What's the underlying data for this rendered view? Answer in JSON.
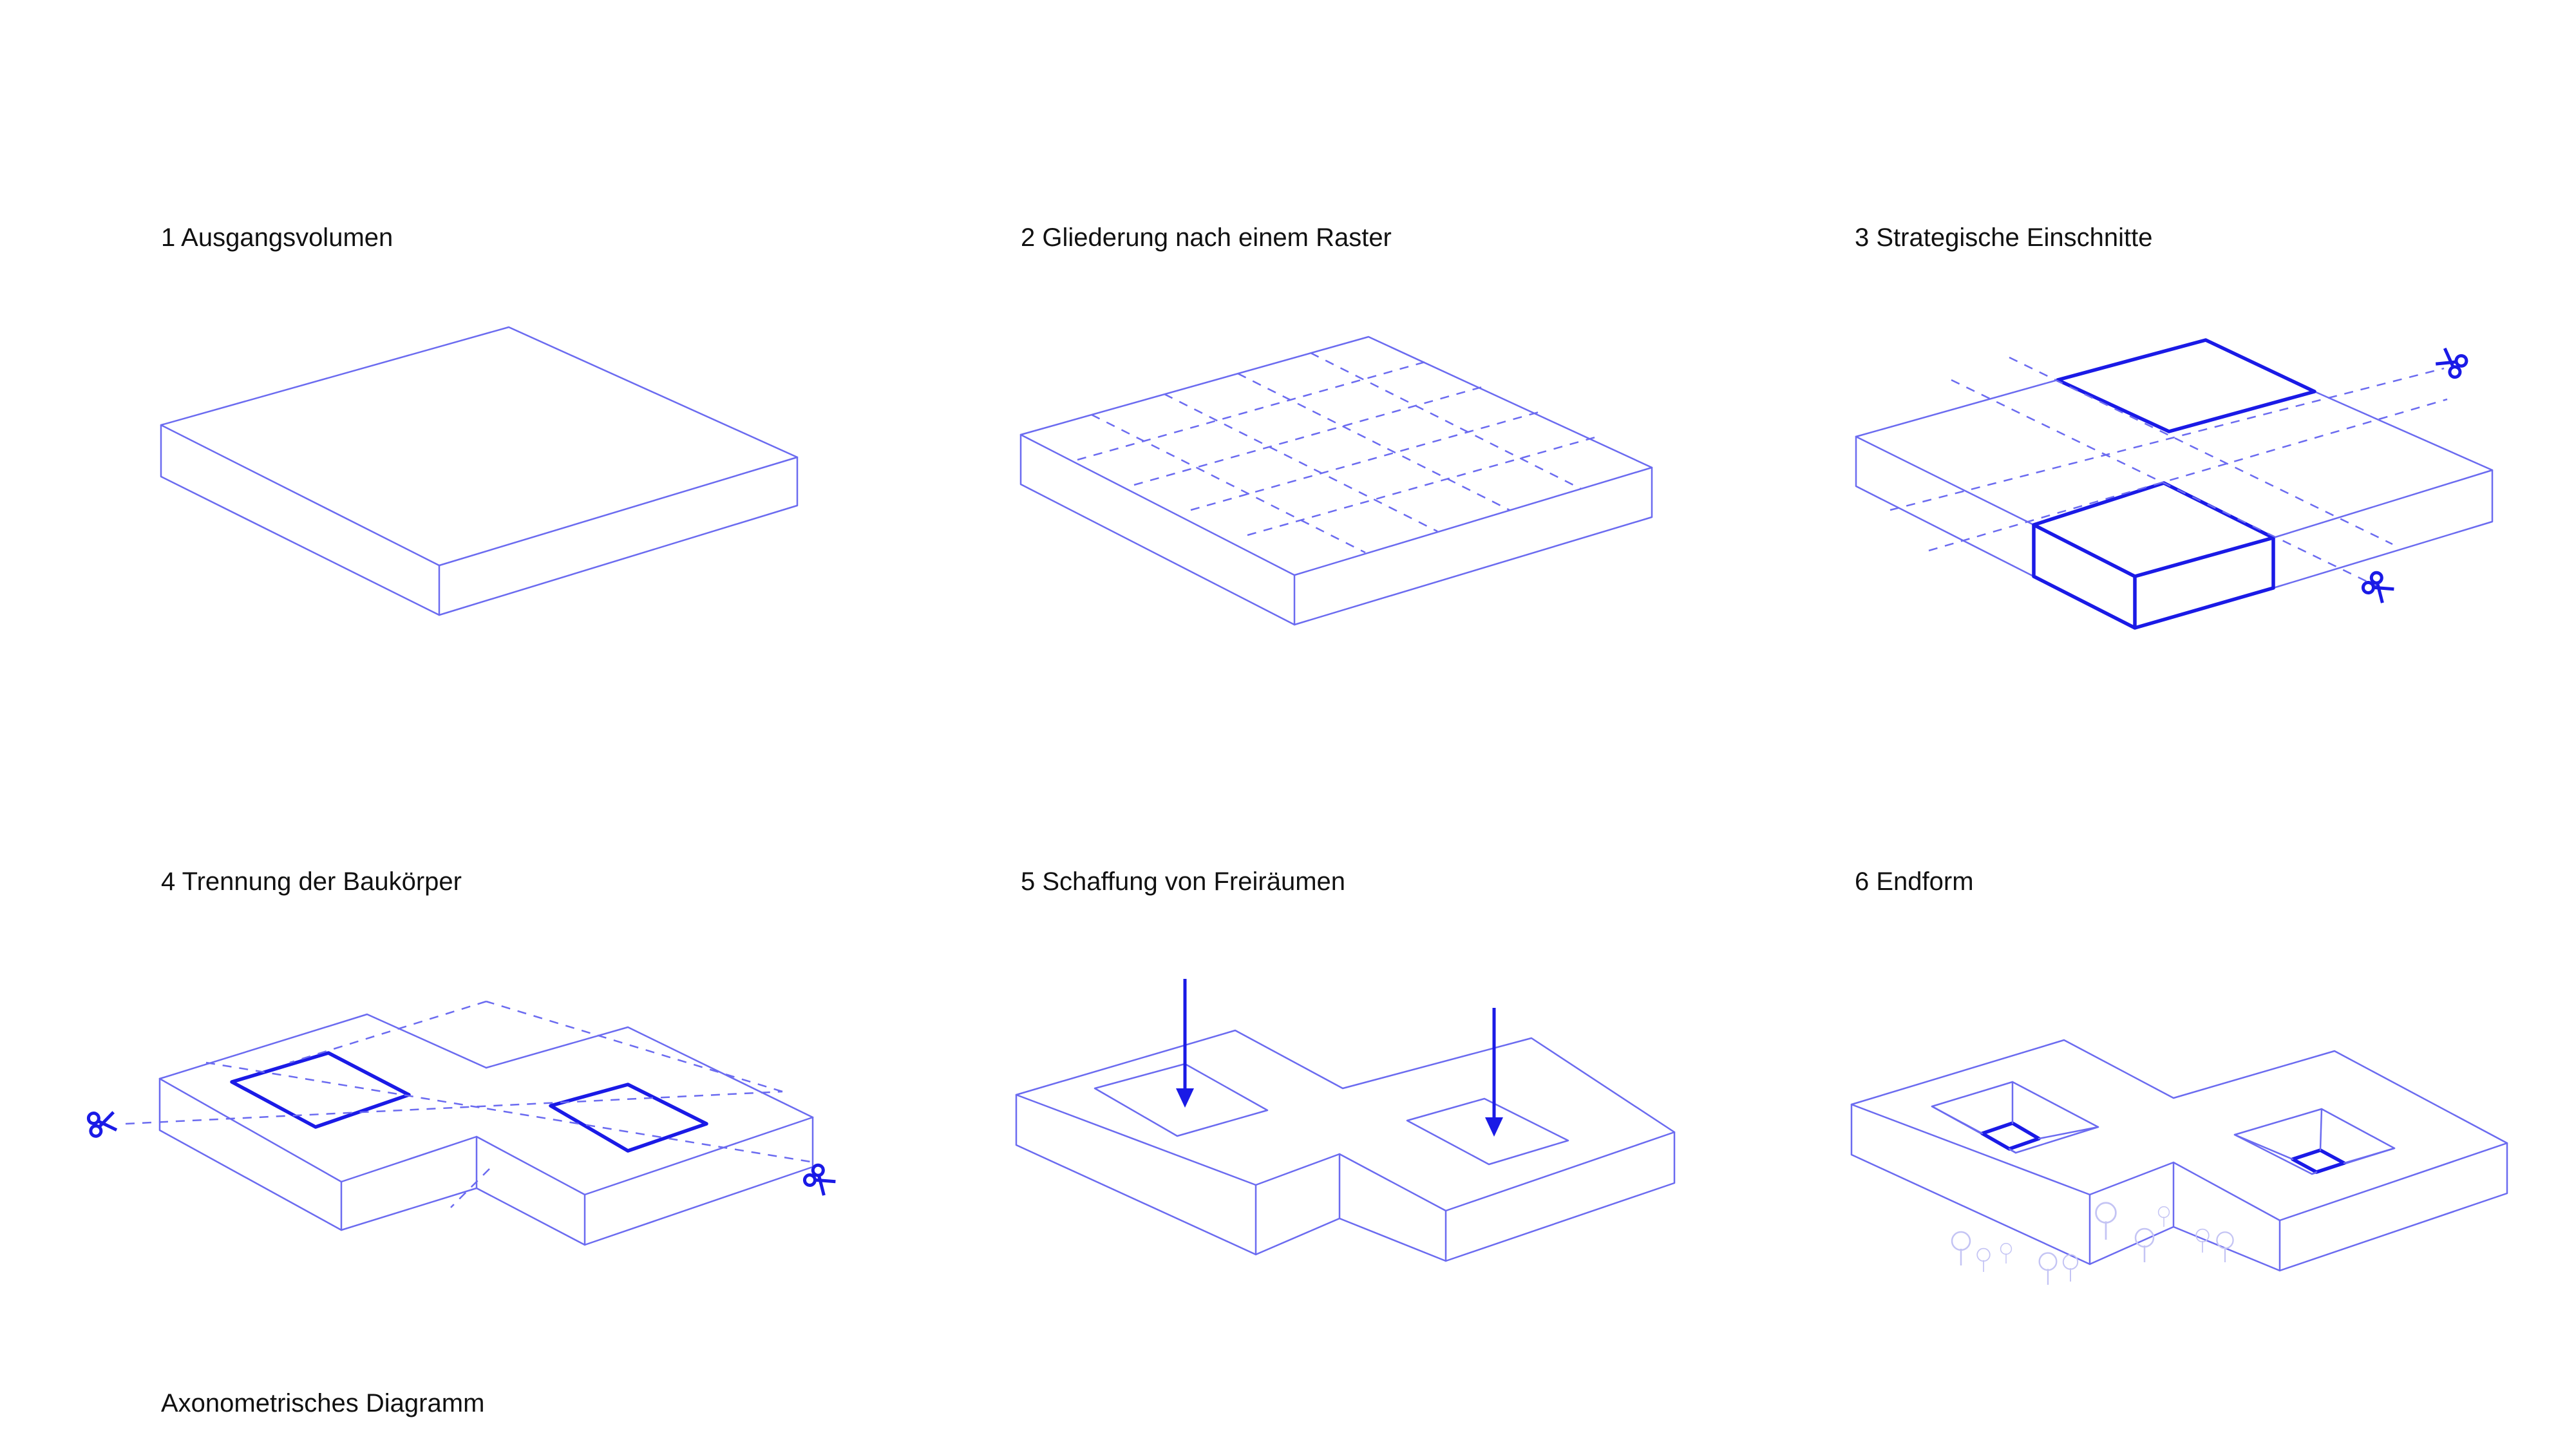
{
  "steps": [
    {
      "label": "1 Ausgangsvolumen"
    },
    {
      "label": "2 Gliederung nach einem Raster"
    },
    {
      "label": "3 Strategische Einschnitte"
    },
    {
      "label": "4 Trennung der Baukörper"
    },
    {
      "label": "5 Schaffung von Freiräumen"
    },
    {
      "label": "6 Endform"
    }
  ],
  "caption": "Axonometrisches Diagramm",
  "colors": {
    "line": "#6b6bf0",
    "accent": "#1a1ae6",
    "trees": "#c4c4f4"
  },
  "icons": [
    "scissors-icon",
    "arrow-down-icon",
    "tree-icon"
  ]
}
